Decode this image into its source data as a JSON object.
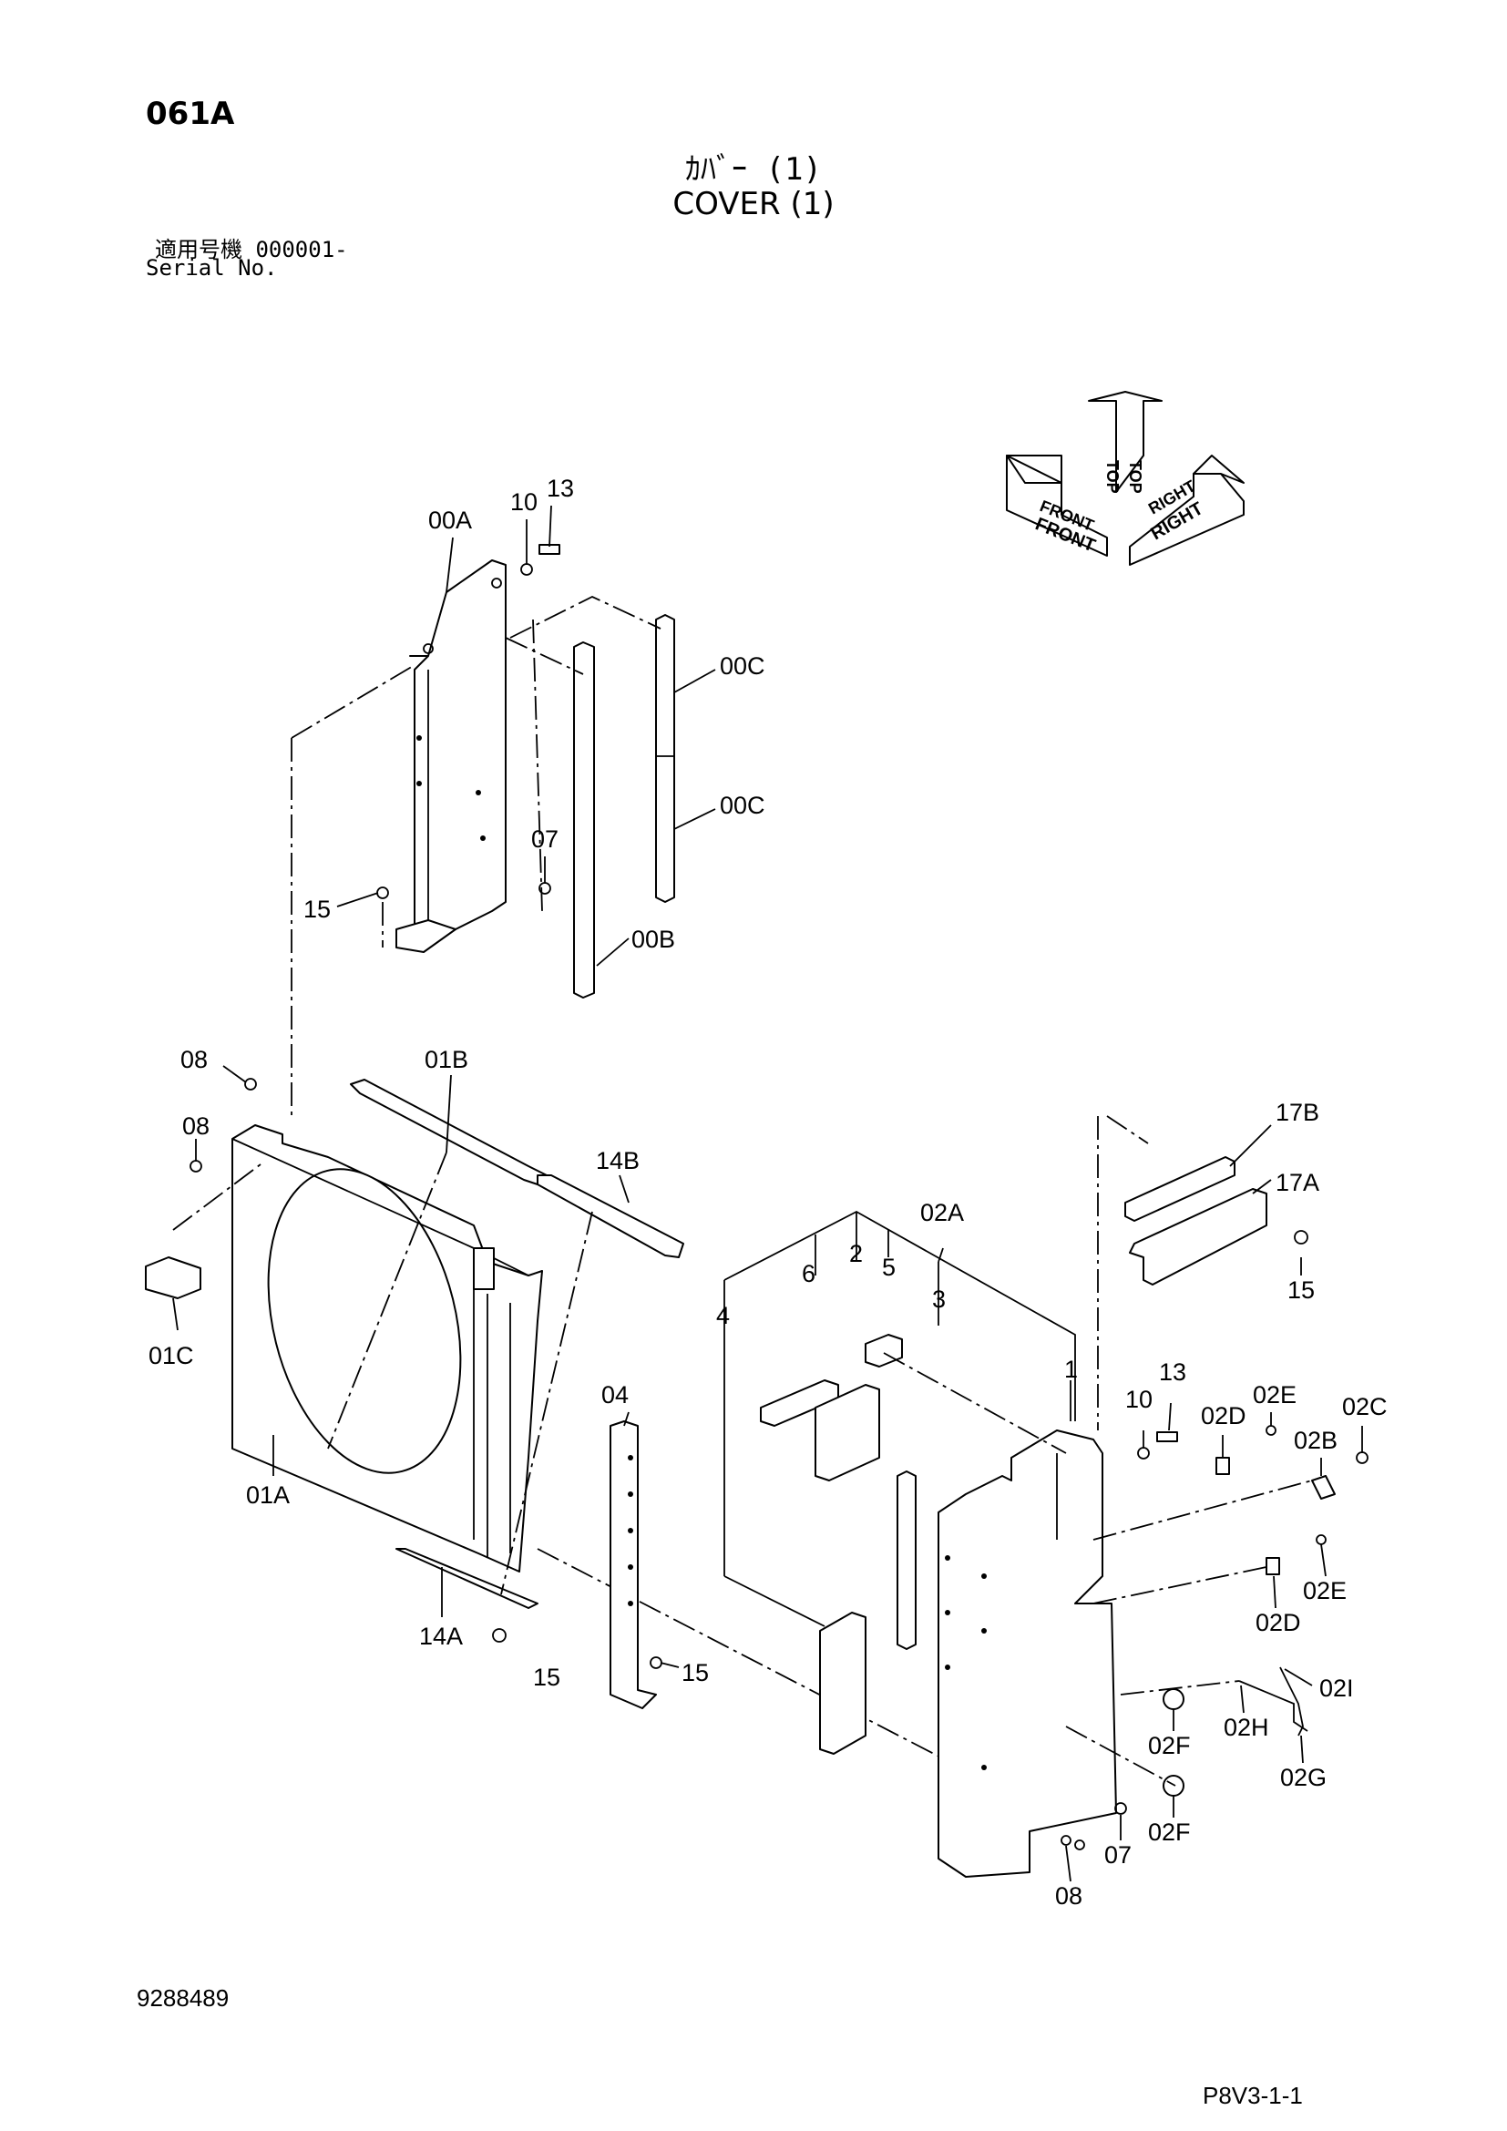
{
  "header": {
    "page_code": "061A",
    "title_jp": "ｶﾊﾞｰ (1)",
    "title_en": "COVER (1)",
    "serial_jp": "適用号機  000001-",
    "serial_en": "Serial No."
  },
  "orientation": {
    "top": "TOP",
    "front": "FRONT",
    "right": "RIGHT"
  },
  "part_labels": {
    "00A": "00A",
    "00B": "00B",
    "00C_upper": "00C",
    "00C_lower": "00C",
    "10_upper": "10",
    "13_upper": "13",
    "07_upper": "07",
    "15_upper": "15",
    "08_a": "08",
    "08_b": "08",
    "01B": "01B",
    "14B": "14B",
    "01C": "01C",
    "01A": "01A",
    "14A": "14A",
    "15_left": "15",
    "04": "04",
    "15_mid": "15",
    "4": "4",
    "6": "6",
    "2": "2",
    "5": "5",
    "3": "3",
    "02A": "02A",
    "1": "1",
    "17B": "17B",
    "17A": "17A",
    "15_right": "15",
    "10_lower": "10",
    "13_lower": "13",
    "02D_upper": "02D",
    "02E_upper": "02E",
    "02C": "02C",
    "02B": "02B",
    "02E_lower": "02E",
    "02D_lower": "02D",
    "02I": "02I",
    "02H": "02H",
    "02F_upper": "02F",
    "02G": "02G",
    "02F_lower": "02F",
    "07_lower": "07",
    "08_lower": "08"
  },
  "footer": {
    "drawing_number": "9288489",
    "page_ref": "P8V3-1-1"
  }
}
